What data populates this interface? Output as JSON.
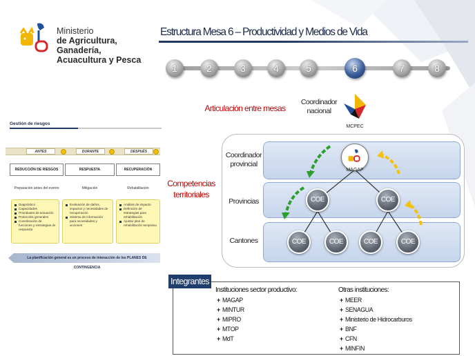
{
  "logo": {
    "line1": "Ministerio",
    "line2": "de Agricultura, Ganadería,",
    "line3": "Acuacultura y Pesca"
  },
  "title": "Estructura Mesa 6 – Productividad y Medios de Vida",
  "steps": [
    {
      "label": "1",
      "active": false
    },
    {
      "label": "2",
      "active": false
    },
    {
      "label": "3",
      "active": false
    },
    {
      "label": "4",
      "active": false
    },
    {
      "label": "5",
      "active": false
    },
    {
      "label": "6",
      "active": true
    },
    {
      "label": "7",
      "active": false
    },
    {
      "label": "8",
      "active": false
    }
  ],
  "risk_panel": {
    "title": "Gestión de riesgos",
    "phases": [
      "ANTES",
      "DURANTE",
      "DESPUÉS"
    ],
    "stages": [
      "REDUCCIÓN DE RIESGOS",
      "RESPUESTA",
      "RECUPERACIÓN"
    ],
    "subtitles": [
      "Preparación antes del evento",
      "Mitigación",
      "Rehabilitación"
    ],
    "boxes": [
      [
        "Diagnóstico",
        "Capacidades",
        "Prioridades de actuación",
        "Protocolos generales",
        "Coordinación de funciones y estrategias de respuesta"
      ],
      [
        "Evaluación de daños, impactos y necesidades de recuperación",
        "Sistema de información para necesidades y acciones"
      ],
      [
        "Análisis de impacto",
        "Definición de estrategias para rehabilitación",
        "Ajustar plan de rehabilitación temprana"
      ]
    ],
    "banner": "La planificación general es un proceso de interacción de los PLANES DE CONTINGENCIA"
  },
  "diagram": {
    "articulacion": "Articulación entre mesas",
    "coordinador_nacional": "Coordinador nacional",
    "mcpec": "MCPEC",
    "competencias": "Competencias territoriales",
    "levels": {
      "provincial": "Coordinador provincial",
      "provincias": "Provincias",
      "cantones": "Cantones"
    },
    "magap": "MAGAP",
    "coe_label": "COE"
  },
  "integrantes": {
    "header": "Integrantes",
    "col1_title": "Instituciones sector productivo:",
    "col1_items": [
      "MAGAP",
      "MINTUR",
      "MIPRO",
      "MTOP",
      "MdT"
    ],
    "col2_title": "Otras instituciones:",
    "col2_items": [
      "MEER",
      "SENAGUA",
      "Ministerio de Hidrocarburos",
      "BNF",
      "CFN",
      "MINFIN"
    ]
  },
  "colors": {
    "title_navy": "#1c2a48",
    "header_navy": "#1f3e6e",
    "red_label": "#c00000",
    "band_blue": "#c6d5ec",
    "arrow_green": "#2ca02c",
    "arrow_yellow": "#f4c10f",
    "logo_yellow": "#f2b705",
    "logo_blue": "#1f4f9c",
    "logo_red": "#d62828"
  }
}
